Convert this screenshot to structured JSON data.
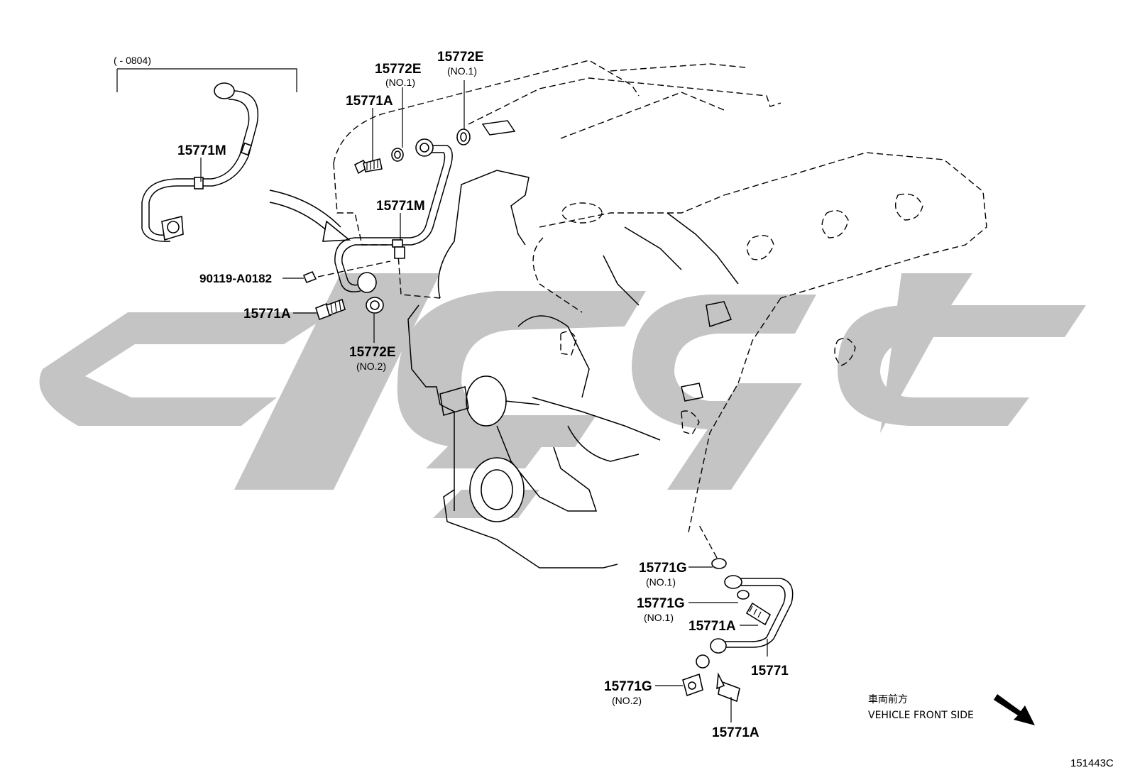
{
  "diagram": {
    "figure_number": "151443C",
    "date_range_note": "(       - 0804)",
    "direction_note_jp": "車両前方",
    "direction_note_en": "VEHICLE FRONT SIDE",
    "callouts": [
      {
        "id": "c1",
        "part_no": "15771M",
        "sub": ""
      },
      {
        "id": "c2",
        "part_no": "15772E",
        "sub": "(NO.1)"
      },
      {
        "id": "c3",
        "part_no": "15772E",
        "sub": "(NO.1)"
      },
      {
        "id": "c4",
        "part_no": "15771A",
        "sub": ""
      },
      {
        "id": "c5",
        "part_no": "15771M",
        "sub": ""
      },
      {
        "id": "c6",
        "part_no": "90119-A0182",
        "sub": ""
      },
      {
        "id": "c7",
        "part_no": "15771A",
        "sub": ""
      },
      {
        "id": "c8",
        "part_no": "15772E",
        "sub": "(NO.2)"
      },
      {
        "id": "c9",
        "part_no": "15771G",
        "sub": "(NO.1)"
      },
      {
        "id": "c10",
        "part_no": "15771G",
        "sub": "(NO.1)"
      },
      {
        "id": "c11",
        "part_no": "15771A",
        "sub": ""
      },
      {
        "id": "c12",
        "part_no": "15771",
        "sub": ""
      },
      {
        "id": "c13",
        "part_no": "15771G",
        "sub": "(NO.2)"
      },
      {
        "id": "c14",
        "part_no": "15771A",
        "sub": ""
      }
    ]
  },
  "colors": {
    "line": "#000000",
    "watermark": "#c4c4c4",
    "background": "#ffffff"
  }
}
